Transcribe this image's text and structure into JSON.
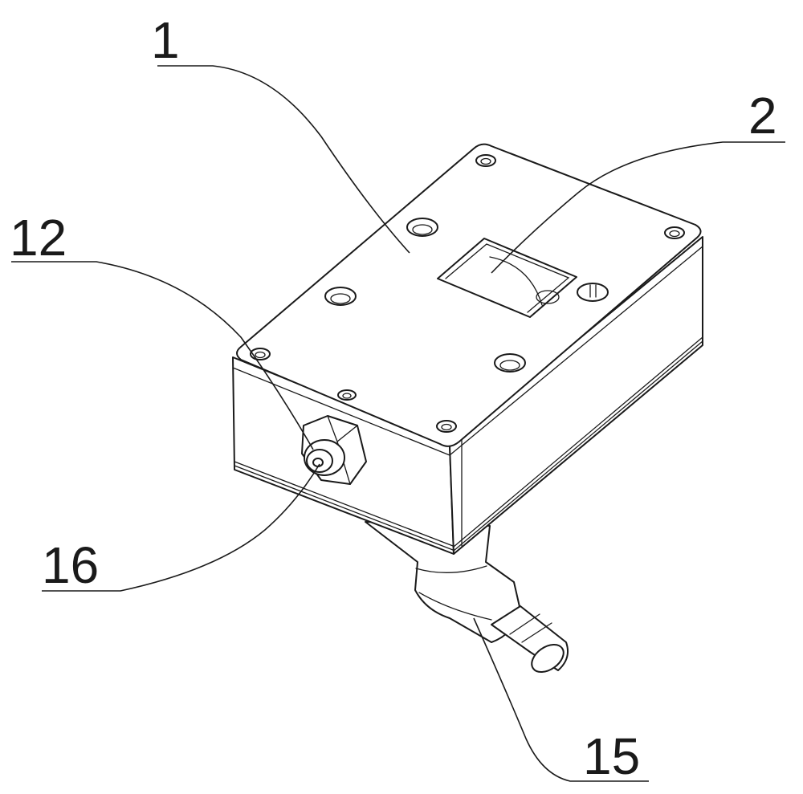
{
  "callouts": [
    {
      "id": "1",
      "label": "1"
    },
    {
      "id": "2",
      "label": "2"
    },
    {
      "id": "12",
      "label": "12"
    },
    {
      "id": "16",
      "label": "16"
    },
    {
      "id": "15",
      "label": "15"
    }
  ]
}
